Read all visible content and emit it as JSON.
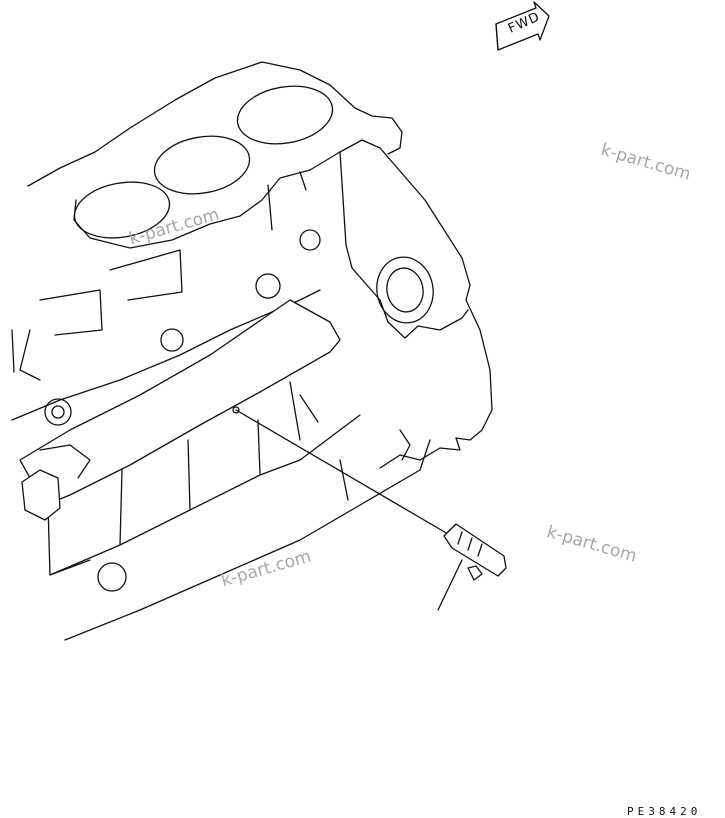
{
  "diagram": {
    "direction_marker": {
      "label": "FWD",
      "icon": "fwd-arrow-icon"
    },
    "watermarks": [
      "k-part.com",
      "k-part.com",
      "k-part.com",
      "k-part.com"
    ],
    "drawing_code": "PE38420"
  },
  "colors": {
    "line": "#111111",
    "watermark": "#a6a6a6",
    "background": "#ffffff"
  }
}
